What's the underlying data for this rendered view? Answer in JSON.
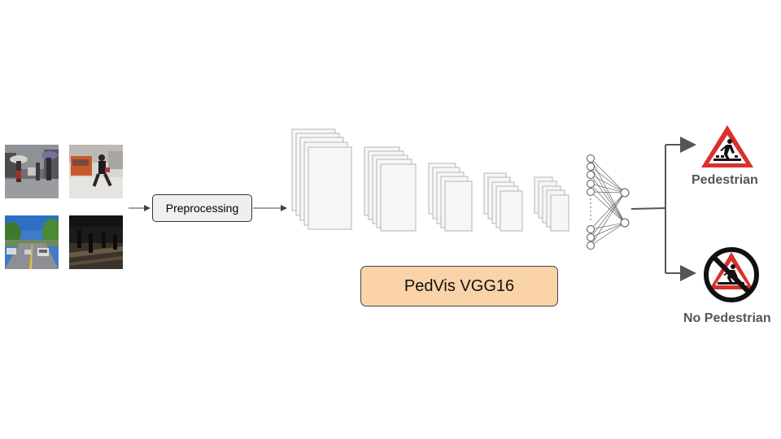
{
  "input_images": [
    {
      "scene": "rainy-street-crossing"
    },
    {
      "scene": "pedestrian-crossing-motion"
    },
    {
      "scene": "sunny-road-with-cars"
    },
    {
      "scene": "night-crossing"
    }
  ],
  "preprocessing_label": "Preprocessing",
  "model_label": "PedVis VGG16",
  "outputs": {
    "positive_label": "Pedestrian",
    "negative_label": "No Pedestrian",
    "positive_icon": "pedestrian-warning-sign-icon",
    "negative_icon": "no-pedestrian-prohibition-icon"
  },
  "colors": {
    "model_fill": "#fbd3a8",
    "preprocess_fill": "#efefef",
    "sign_red": "#d9312b",
    "label_gray": "#555555"
  }
}
